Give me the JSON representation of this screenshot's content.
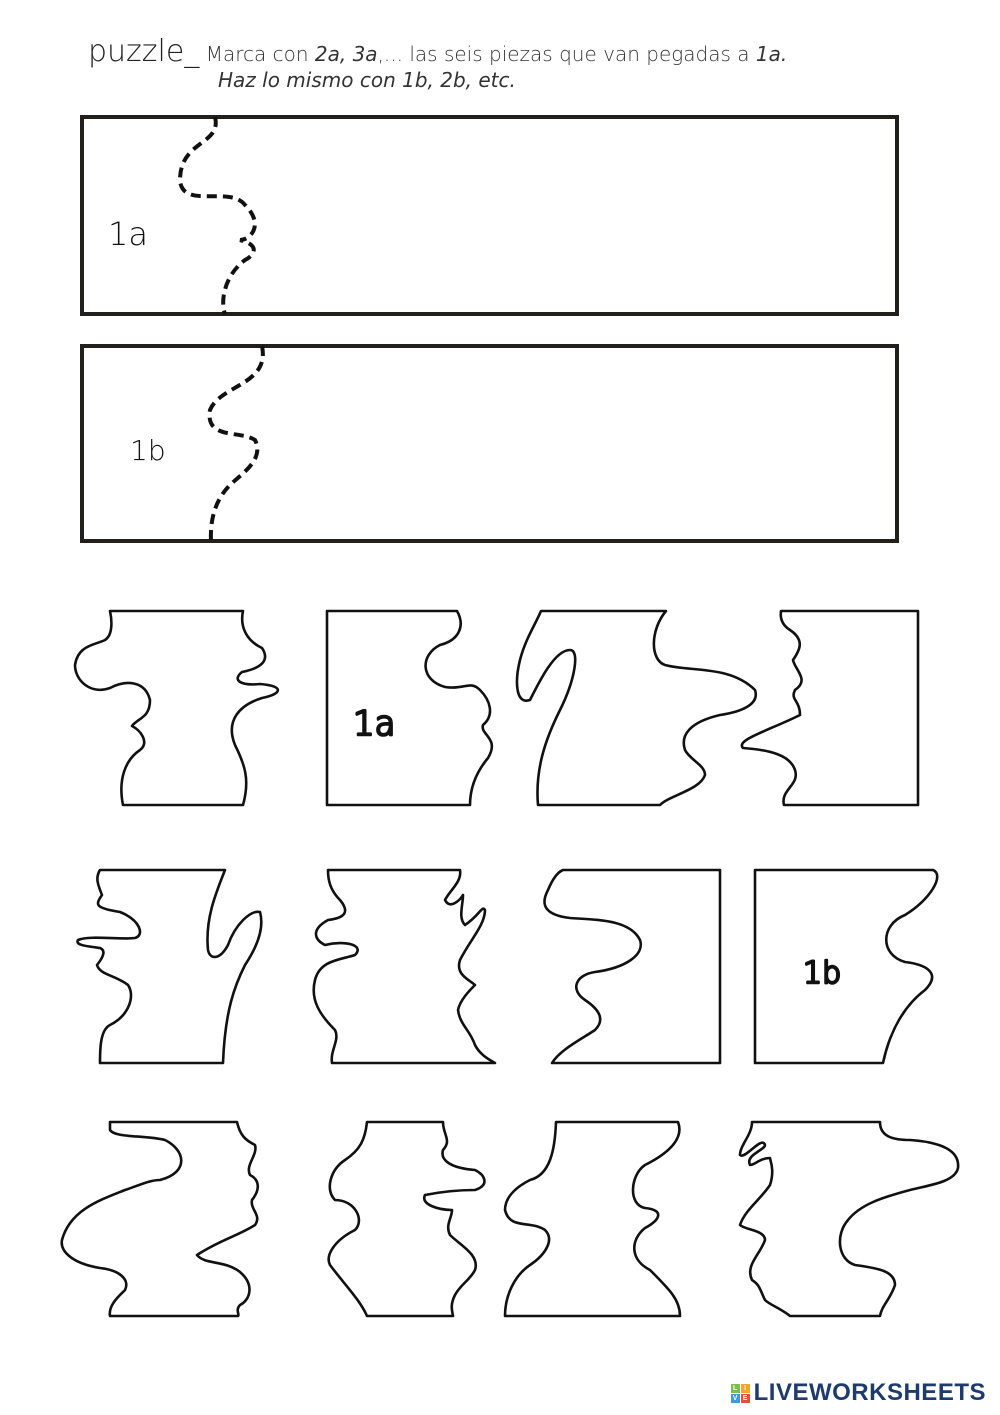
{
  "header": {
    "title": "puzzle_",
    "instruction_line1_prefix": " Marca con ",
    "instruction_line1_em1": "2a, 3a",
    "instruction_line1_mid": ",... las seis piezas que van pegadas a ",
    "instruction_line1_em2": "1a.",
    "instruction_line2": "Haz lo mismo con 1b, 2b, etc."
  },
  "strips": [
    {
      "label": "1a"
    },
    {
      "label": "1b"
    }
  ],
  "pieces": {
    "row1": [
      {
        "label": ""
      },
      {
        "label": "1a"
      },
      {
        "label": ""
      },
      {
        "label": ""
      }
    ],
    "row2": [
      {
        "label": ""
      },
      {
        "label": ""
      },
      {
        "label": ""
      },
      {
        "label": "1b"
      }
    ],
    "row3": [
      {
        "label": ""
      },
      {
        "label": ""
      },
      {
        "label": ""
      },
      {
        "label": ""
      }
    ]
  },
  "watermark": {
    "blocks": [
      "L",
      "I",
      "V",
      "E"
    ],
    "block_colors": [
      "#7cc242",
      "#f5a623",
      "#3b9be0",
      "#e94b3c"
    ],
    "text": "LIVEWORKSHEETS",
    "color": "#1e3b6e"
  }
}
